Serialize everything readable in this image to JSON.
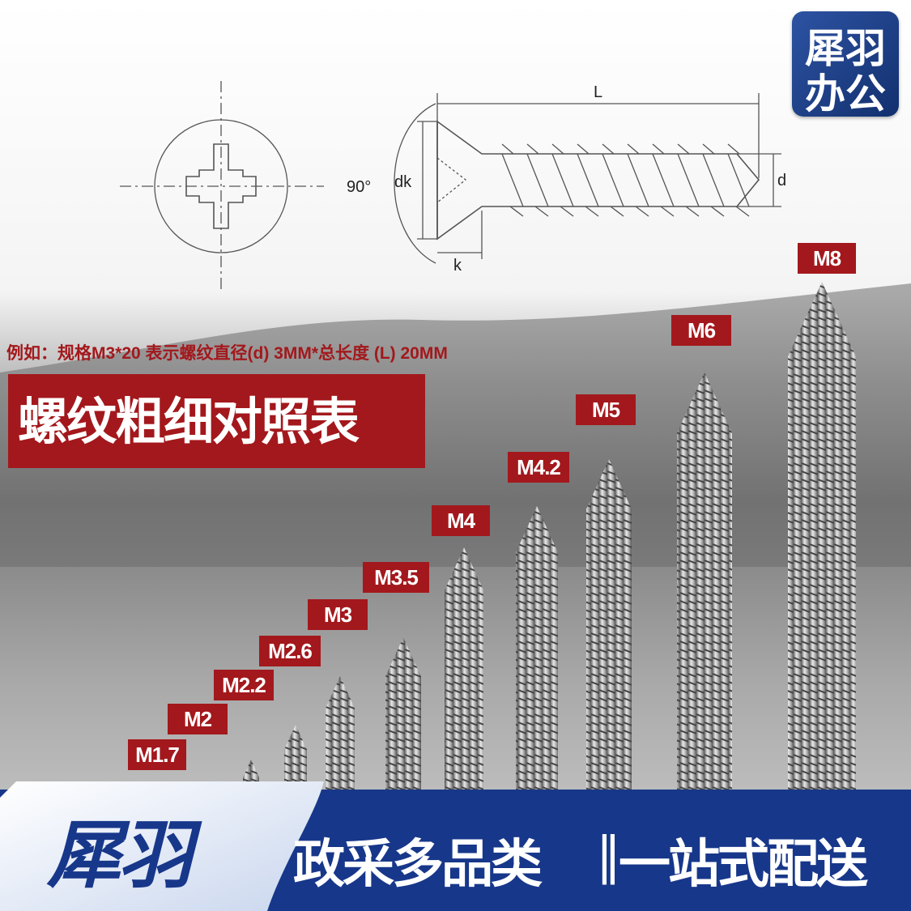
{
  "logo": {
    "line1": "犀羽",
    "line2": "办公"
  },
  "diagram": {
    "angle": "90°",
    "head_diameter": "dk",
    "length": "L",
    "head_height": "k",
    "thread_diameter": "d"
  },
  "example_text": "例如：规格M3*20  表示螺纹直径(d) 3MM*总长度 (L) 20MM",
  "title": "螺纹粗细对照表",
  "sizes": [
    "M1.7",
    "M2",
    "M2.2",
    "M2.6",
    "M3",
    "M3.5",
    "M4",
    "M4.2",
    "M5",
    "M6",
    "M8"
  ],
  "footer": {
    "brand": "犀羽",
    "slogan_left": "政采多品类",
    "divider": "‖",
    "slogan_right": "一站式配送"
  },
  "colors": {
    "badge_red": "#a3181c",
    "footer_blue": "#17378a",
    "logo_blue": "#2d53a3"
  }
}
